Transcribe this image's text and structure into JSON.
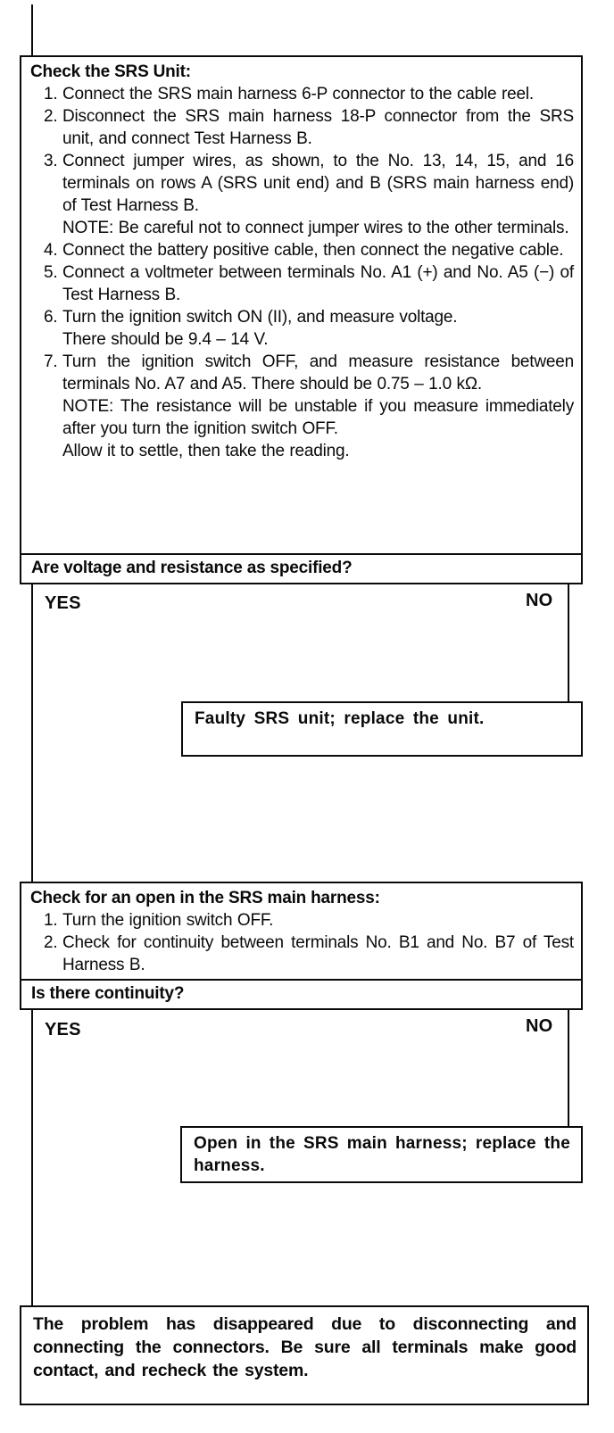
{
  "flow": {
    "step1": {
      "title": "Check the SRS Unit:",
      "items": [
        "Connect the SRS main harness 6-P connector to the cable reel.",
        "Disconnect the SRS main harness 18-P connector from the SRS unit, and connect Test Harness B.",
        "Connect jumper wires, as shown, to the No. 13, 14, 15, and 16 terminals on rows A (SRS unit end) and B (SRS main harness end) of Test Harness B.\nNOTE: Be careful not to connect jumper wires to the other terminals.",
        "Connect the battery positive cable, then connect the negative cable.",
        "Connect a voltmeter between terminals No. A1 (+) and No. A5 (−) of Test Harness B.",
        "Turn the ignition switch ON (II), and measure voltage.\nThere should be 9.4 – 14 V.",
        "Turn the ignition switch OFF, and measure resistance between terminals No. A7 and A5. There should be 0.75 – 1.0 kΩ.\nNOTE: The resistance will be unstable if you measure immediately after you turn the ignition switch OFF.\nAllow it to settle, then take the reading."
      ],
      "question": "Are voltage and resistance as specified?"
    },
    "branch1": {
      "yes_label": "YES",
      "no_label": "NO",
      "no_result": "Faulty SRS unit; replace the unit."
    },
    "step2": {
      "title": "Check for an open in the SRS main harness:",
      "items": [
        "Turn the ignition switch OFF.",
        "Check for continuity between terminals No. B1 and No. B7 of Test Harness B."
      ],
      "question": "Is there continuity?"
    },
    "branch2": {
      "yes_label": "YES",
      "no_label": "NO",
      "no_result": "Open in the SRS main harness; replace the harness."
    },
    "conclusion": "The problem has disappeared due to disconnecting and connecting the connectors. Be sure all terminals make good contact, and recheck the system."
  }
}
